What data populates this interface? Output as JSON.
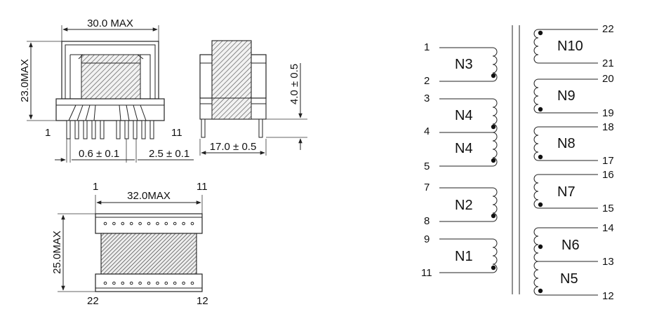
{
  "dimensions": {
    "width_30": "30.0 MAX",
    "height_23": "23.0MAX",
    "pitch": "0.6 ± 0.1",
    "pin_len": "2.5 ± 0.1",
    "standoff": "4.0 ± 0.5",
    "side_width": "17.0 ± 0.5",
    "bottom_width": "32.0MAX",
    "bottom_height": "25.0MAX"
  },
  "pins": {
    "front_left": "1",
    "front_right": "11",
    "bottom_top_left": "1",
    "bottom_top_right": "11",
    "bottom_bot_left": "22",
    "bottom_bot_right": "12"
  },
  "schematic": {
    "left_windings": [
      {
        "name": "N3",
        "pins": [
          "1",
          "2"
        ]
      },
      {
        "name": "N4",
        "pins": [
          "3",
          "4"
        ]
      },
      {
        "name": "N4",
        "pins": [
          "4",
          "5"
        ]
      },
      {
        "name": "N2",
        "pins": [
          "7",
          "8"
        ]
      },
      {
        "name": "N1",
        "pins": [
          "9",
          "11"
        ]
      }
    ],
    "right_windings": [
      {
        "name": "N10",
        "pins": [
          "22",
          "21"
        ]
      },
      {
        "name": "N9",
        "pins": [
          "20",
          "19"
        ]
      },
      {
        "name": "N8",
        "pins": [
          "18",
          "17"
        ]
      },
      {
        "name": "N7",
        "pins": [
          "16",
          "15"
        ]
      },
      {
        "name": "N6",
        "pins": [
          "14",
          "13"
        ]
      },
      {
        "name": "N5",
        "pins": [
          "13",
          "12"
        ]
      }
    ]
  },
  "colors": {
    "line": "#222222",
    "hatch": "#555555"
  }
}
